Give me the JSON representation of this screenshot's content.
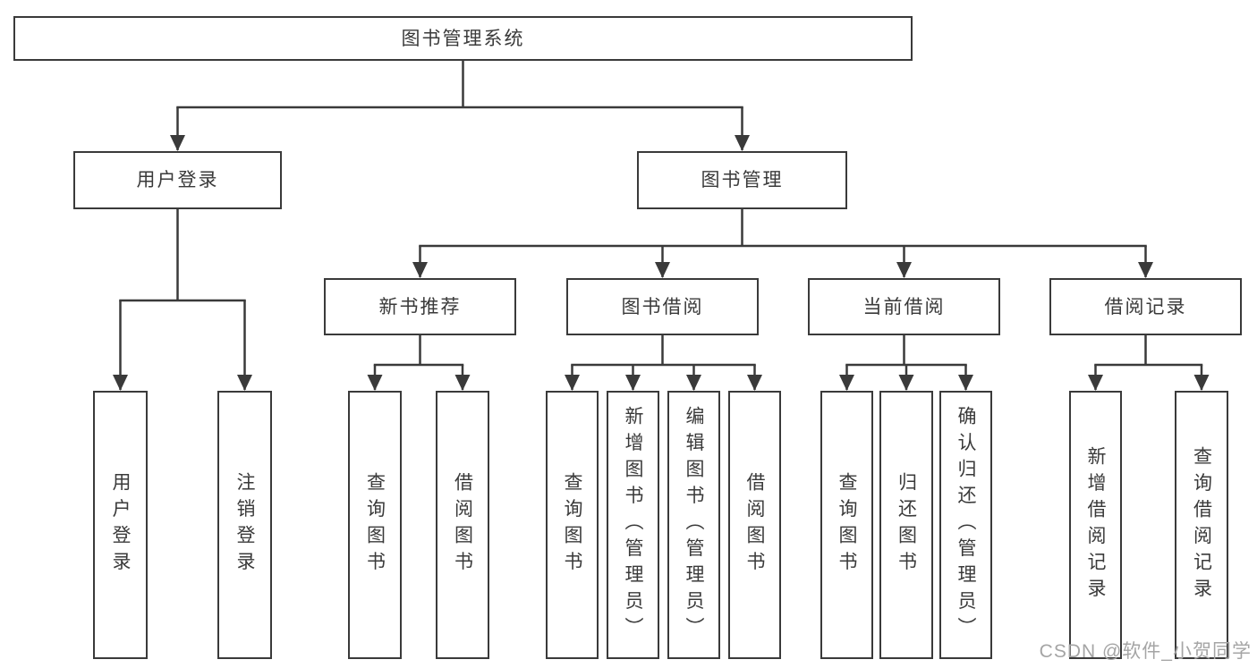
{
  "diagram_type": "hierarchy-tree",
  "colors": {
    "line": "#3a3a3a",
    "text": "#3a3a3a",
    "box_background": "#ffffff",
    "watermark": "#a5a5a5",
    "page_background": "#ffffff"
  },
  "tree": {
    "label": "图书管理系统",
    "children": [
      {
        "label": "用户登录",
        "children": [
          {
            "label": "用户登录"
          },
          {
            "label": "注销登录"
          }
        ]
      },
      {
        "label": "图书管理",
        "children": [
          {
            "label": "新书推荐",
            "children": [
              {
                "label": "查询图书"
              },
              {
                "label": "借阅图书"
              }
            ]
          },
          {
            "label": "图书借阅",
            "children": [
              {
                "label": "查询图书"
              },
              {
                "label": "新增图书（管理员）"
              },
              {
                "label": "编辑图书（管理员）"
              },
              {
                "label": "借阅图书"
              }
            ]
          },
          {
            "label": "当前借阅",
            "children": [
              {
                "label": "查询图书"
              },
              {
                "label": "归还图书"
              },
              {
                "label": "确认归还（管理员）"
              }
            ]
          },
          {
            "label": "借阅记录",
            "children": [
              {
                "label": "新增借阅记录"
              },
              {
                "label": "查询借阅记录"
              }
            ]
          }
        ]
      }
    ]
  },
  "watermark": {
    "text": "CSDN @软件_小贺同学"
  }
}
